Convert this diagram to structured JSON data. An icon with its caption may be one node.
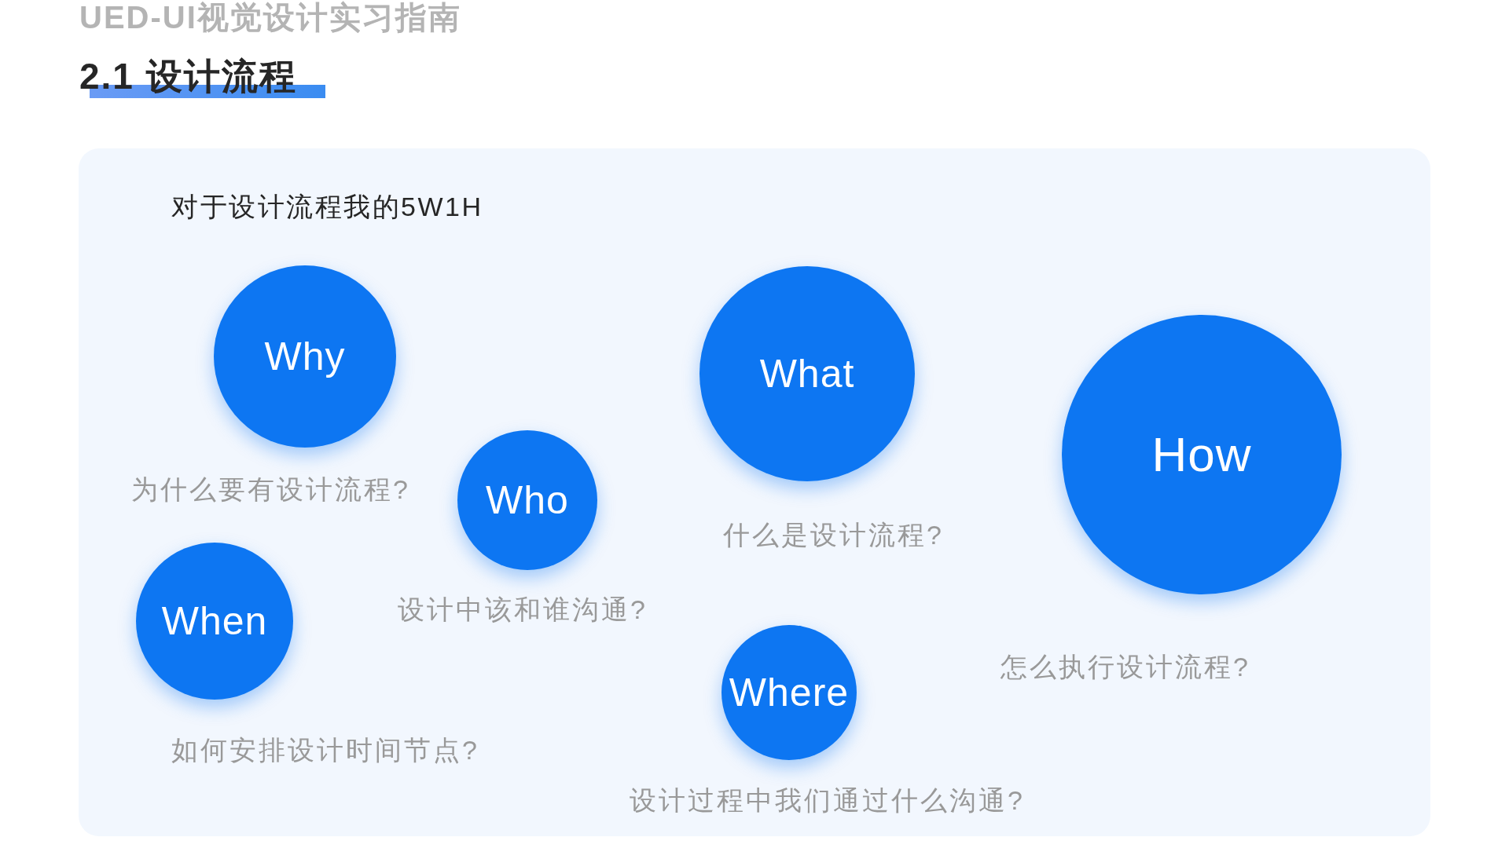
{
  "diagram": {
    "title": "2.1 设计流程",
    "nodes": [
      {
        "text": [
          "对于设计流程我的5W1H"
        ]
      },
      {
        "text": [
          "Why"
        ],
        "beside": [
          "为什么要有设计流程?"
        ],
        "in": 0
      },
      {
        "text": [
          "What"
        ],
        "beside": [
          "什么是设计流程?"
        ],
        "in": 0
      },
      {
        "text": [
          "How"
        ],
        "beside": [
          "怎么执行设计流程?"
        ],
        "in": 0
      },
      {
        "text": [
          "Who"
        ],
        "beside": [
          "设计中该和谁沟通?"
        ],
        "in": 0
      },
      {
        "text": [
          "When"
        ],
        "beside": [
          "如何安排设计时间节点?"
        ],
        "in": 0
      },
      {
        "text": [
          "Where"
        ],
        "beside": [
          "设计过程中我们通过什么沟通?"
        ],
        "in": 0
      }
    ],
    "labels": [
      "UED-UI视觉设计实习指南"
    ]
  }
}
